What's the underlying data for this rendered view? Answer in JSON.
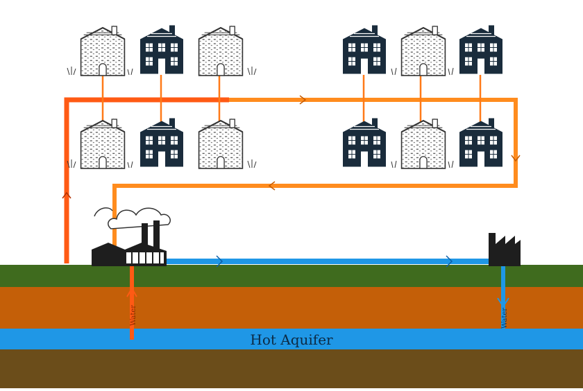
{
  "layer_label": "Hot Aquifer",
  "well_label_left": "Water",
  "well_label_right": "Water",
  "colors": {
    "ground": "#3f6b1e",
    "soil": "#c45f08",
    "aquifer": "#1f97e6",
    "bedrock": "#6b4d1a",
    "hot_pipe": "#ff5a14",
    "warm_pipe": "#ff8c1e",
    "cold_pipe": "#1f97e6",
    "dark_house": "#1a2c3c",
    "light_house": "#ffffff",
    "outline": "#222222"
  },
  "houses": {
    "top_row": [
      "light",
      "dark",
      "light",
      "dark",
      "light",
      "dark"
    ],
    "bottom_row": [
      "light",
      "dark",
      "light",
      "dark",
      "light",
      "dark"
    ]
  },
  "icons": [
    "power-plant-icon",
    "factory-icon",
    "house-icon",
    "flow-arrow-icon"
  ]
}
